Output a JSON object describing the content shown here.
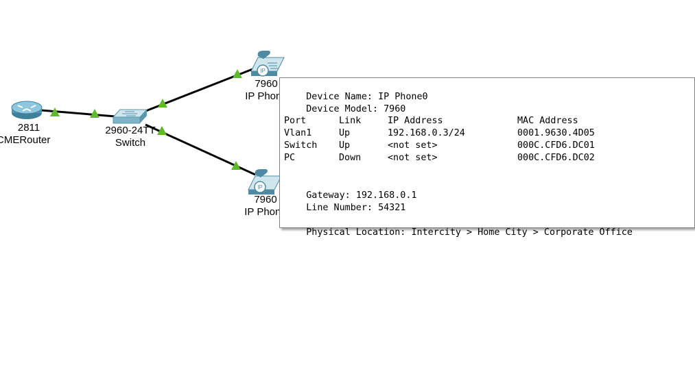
{
  "devices": {
    "router": {
      "model": "2811",
      "name": "CMERouter"
    },
    "switch": {
      "model": "2960-24TT",
      "name": "Switch"
    },
    "phone_top": {
      "model": "7960",
      "name": "IP Phone"
    },
    "phone_bottom": {
      "model": "7960",
      "name": "IP Phone"
    },
    "phone_icon_text": "IP"
  },
  "link_color": "#000000",
  "link_up_color": "#5fb82e",
  "tooltip": {
    "device_name_label": "Device Name:",
    "device_name": "IP Phone0",
    "device_model_label": "Device Model:",
    "device_model": "7960",
    "headers": {
      "port": "Port",
      "link": "Link",
      "ip": "IP Address",
      "mac": "MAC Address"
    },
    "ports": [
      {
        "port": "Vlan1",
        "link": "Up",
        "ip": "192.168.0.3/24",
        "mac": "0001.9630.4D05"
      },
      {
        "port": "Switch",
        "link": "Up",
        "ip": "<not set>",
        "mac": "000C.CFD6.DC01"
      },
      {
        "port": "PC",
        "link": "Down",
        "ip": "<not set>",
        "mac": "000C.CFD6.DC02"
      }
    ],
    "gateway_label": "Gateway:",
    "gateway": "192.168.0.1",
    "line_number_label": "Line Number:",
    "line_number": "54321",
    "location_label": "Physical Location:",
    "location": "Intercity > Home City > Corporate Office"
  }
}
